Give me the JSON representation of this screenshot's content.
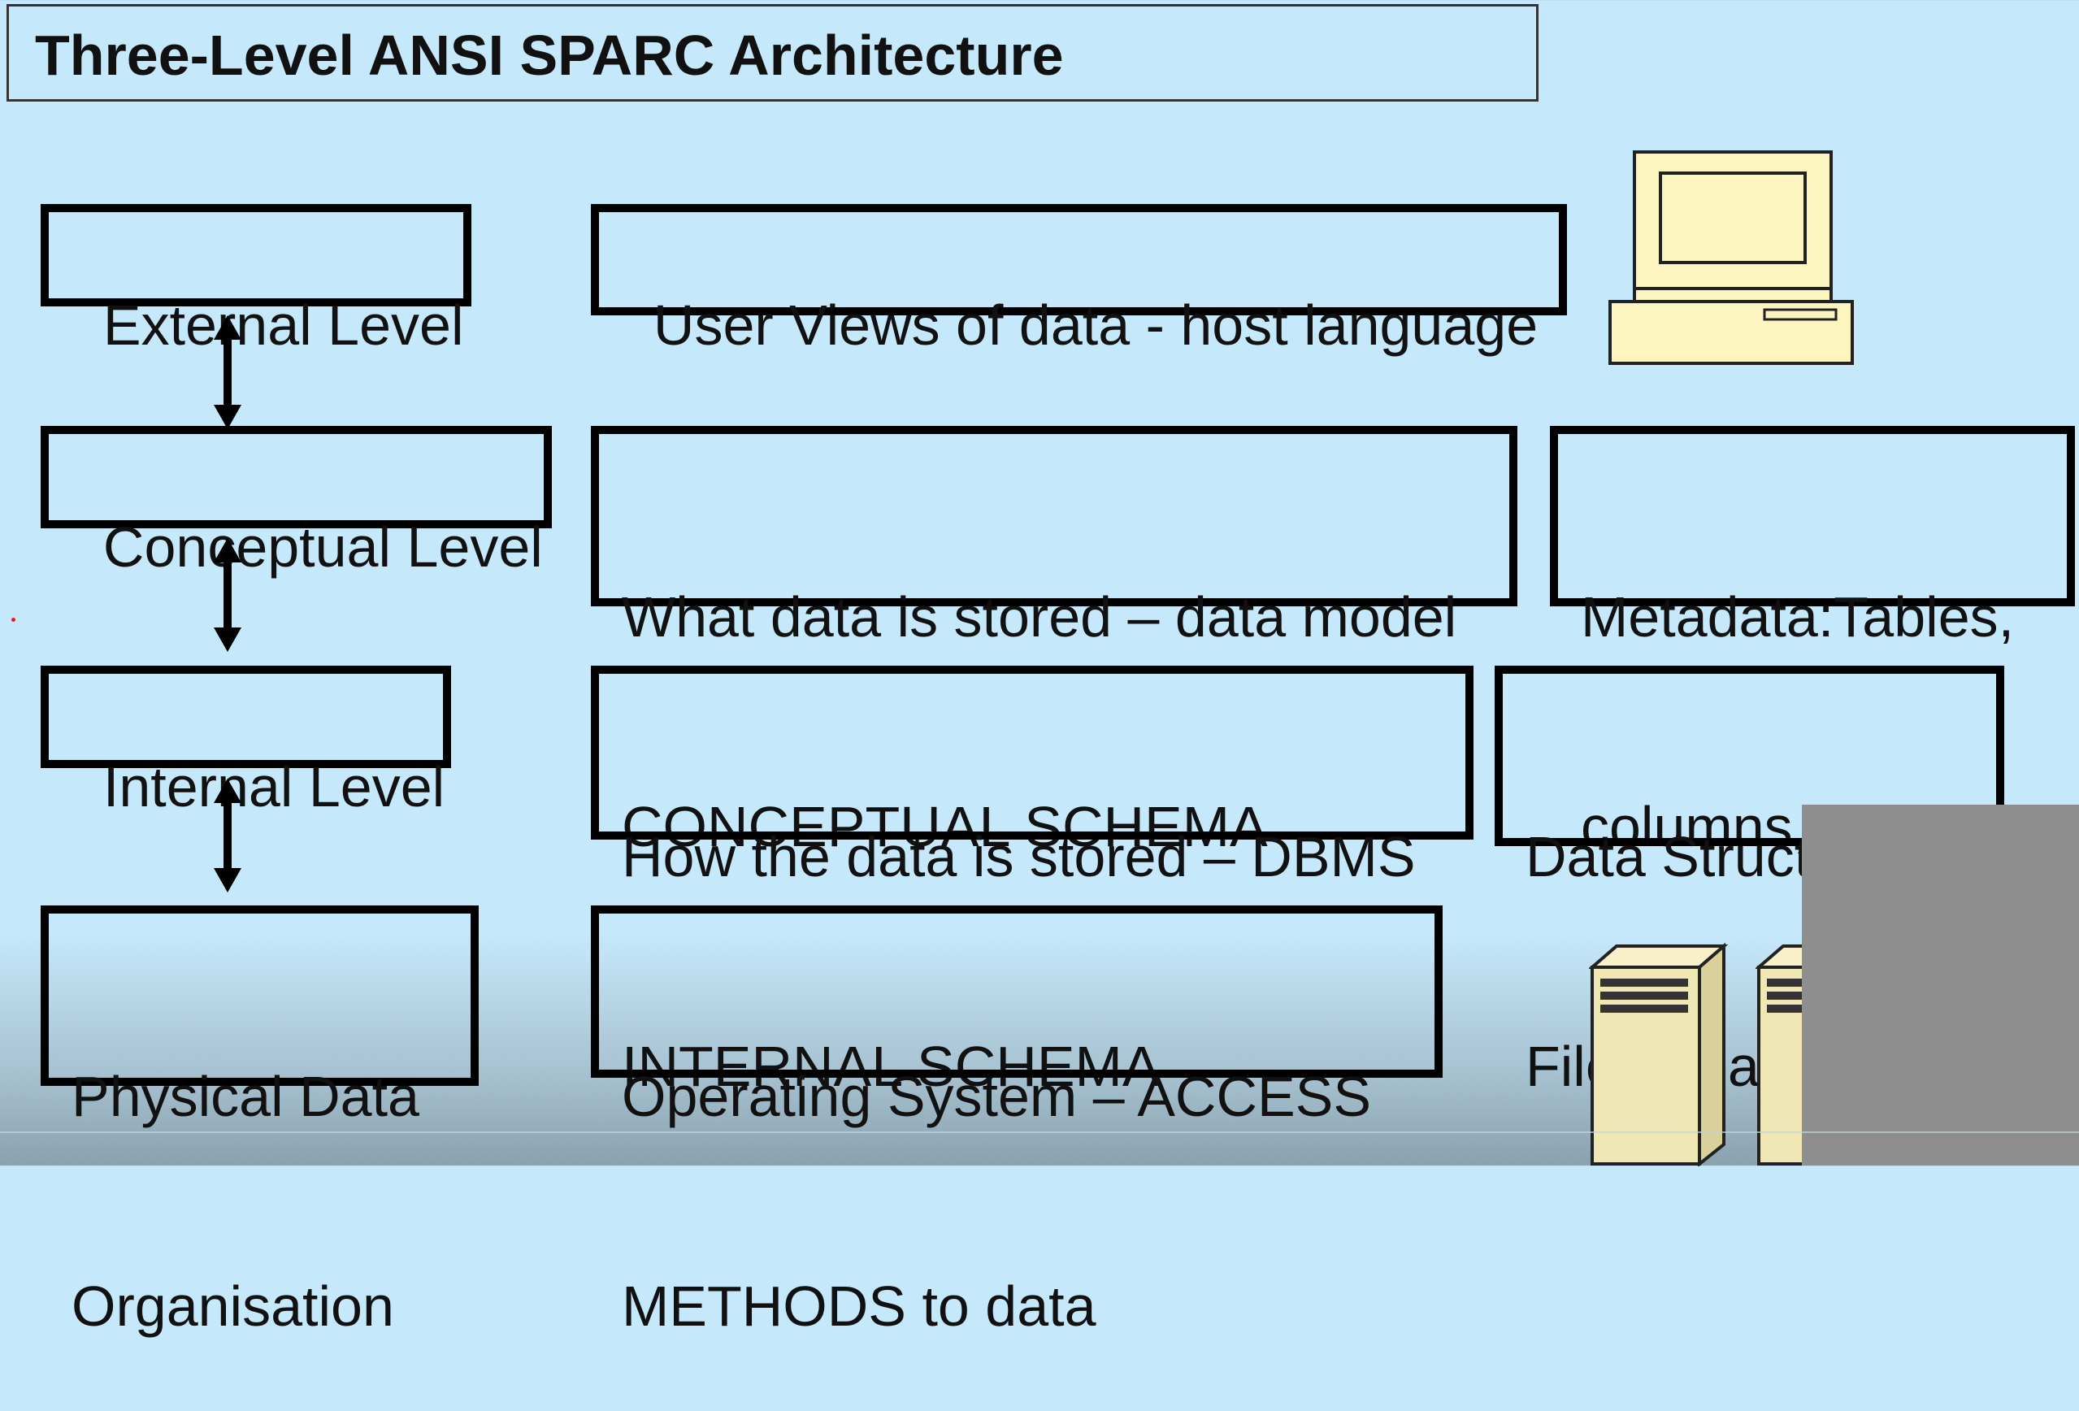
{
  "title": "Three-Level ANSI SPARC Architecture",
  "levels": {
    "external": "External Level",
    "conceptual": "Conceptual Level",
    "internal": "Internal Level",
    "physical_line1": "Physical Data",
    "physical_line2": "Organisation"
  },
  "descriptions": {
    "external": "User Views of data - host language",
    "conceptual_line1": "What data is stored – data model",
    "conceptual_line2": "CONCEPTUAL SCHEMA",
    "internal_line1": "How the data is stored – DBMS",
    "internal_line2": "INTERNAL SCHEMA",
    "physical_line1": "Operating System – ACCESS",
    "physical_line2": "METHODS to data"
  },
  "extras": {
    "metadata_line1": "Metadata:Tables,",
    "metadata_line2": "columns, keys …",
    "structures_line1": "Data Structures",
    "structures_line2": "File Organisation"
  },
  "icons": [
    "computer-icon",
    "server-icon",
    "double-arrow-icon"
  ],
  "colors": {
    "background": "#c6e8fb",
    "border": "#000000",
    "computer_fill": "#fdf5c0",
    "server_fill": "#efe7b4"
  }
}
